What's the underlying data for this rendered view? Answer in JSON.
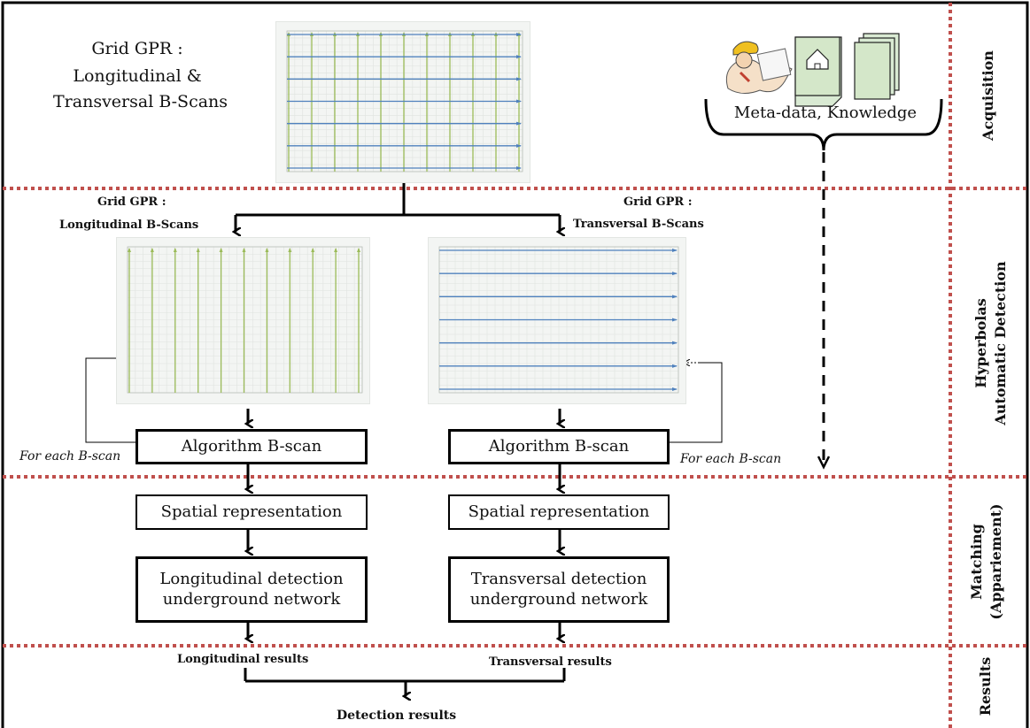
{
  "stages": {
    "acquisition": "Acquisition",
    "detection_line1": "Hyperbolas",
    "detection_line2": "Automatic Detection",
    "matching_line1": "Matching",
    "matching_line2": "(Appariement)",
    "results": "Results"
  },
  "acquisition": {
    "grid_title_1": "Grid GPR :",
    "grid_title_2": "Longitudinal &",
    "grid_title_3": "Transversal B-Scans",
    "meta_label": "Meta-data, Knowledge",
    "icons": [
      "engineer-icon",
      "house-document-icon",
      "documents-stack-icon"
    ]
  },
  "detection": {
    "long_title_1": "Grid GPR :",
    "long_title_2": "Longitudinal B-Scans",
    "trans_title_1": "Grid GPR :",
    "trans_title_2": "Transversal B-Scans",
    "algo_left": "Algorithm B-scan",
    "algo_right": "Algorithm B-scan",
    "loop_left": "For each B-scan",
    "loop_right": "For each B-scan"
  },
  "matching": {
    "spatial_left": "Spatial representation",
    "spatial_right": "Spatial representation",
    "long_detect_1": "Longitudinal detection",
    "long_detect_2": "underground network",
    "trans_detect_1": "Transversal detection",
    "trans_detect_2": "underground network"
  },
  "results": {
    "longitudinal": "Longitudinal results",
    "transversal": "Transversal results",
    "final": "Detection results"
  },
  "colors": {
    "separator": "#c0504d",
    "longitudinal_line": "#9bbb59",
    "transversal_line": "#4f81bd",
    "grid_bg": "#f3f5f3"
  }
}
